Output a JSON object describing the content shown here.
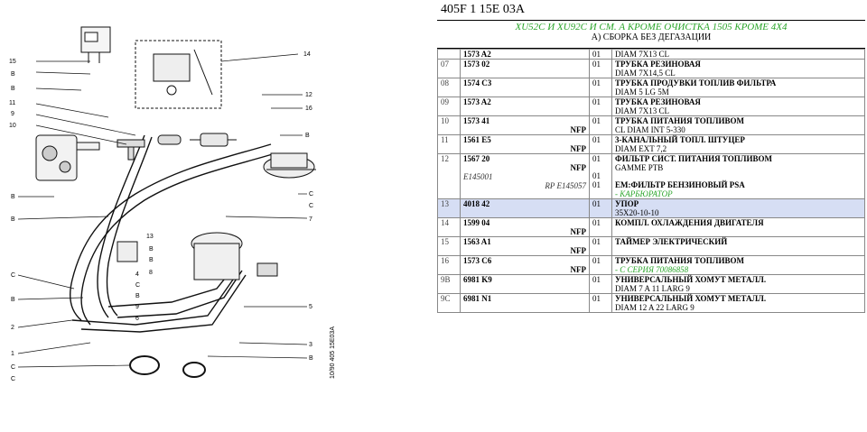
{
  "diagram": {
    "callouts_left": [
      "15",
      "B",
      "B",
      "11",
      "9",
      "10",
      "B",
      "B",
      "C",
      "B",
      "2",
      "1",
      "C",
      "C"
    ],
    "callouts_right": [
      "14",
      "12",
      "16",
      "B",
      "C",
      "C",
      "7",
      "5",
      "3",
      "B"
    ],
    "callouts_middle": [
      "13",
      "B",
      "B",
      "8",
      "4",
      "C",
      "B",
      "9",
      "6"
    ],
    "stamp": "10/90  405  15E03A"
  },
  "catalog": {
    "header_code": "405F 1 15E 03A",
    "subtitle_green": "XU52C И XU92C И СМ. А КРОМЕ ОЧИСТКА 1505 КРОМЕ 4X4",
    "subtitle_black": "А) СБОРКА БЕЗ ДЕГАЗАЦИИ",
    "rows": [
      {
        "pos": "",
        "ref": "1573 A2",
        "qty": "01",
        "title": "",
        "desc": "DIAM 7X13 CL",
        "nfp": ""
      },
      {
        "pos": "07",
        "ref": "1573 02",
        "qty": "01",
        "title": "ТРУБКА РЕЗИНОВАЯ",
        "desc": "DIAM 7X14,5 CL",
        "nfp": ""
      },
      {
        "pos": "08",
        "ref": "1574 C3",
        "qty": "01",
        "title": "ТРУБКА ПРОДУВКИ ТОПЛИВ ФИЛЬТРА",
        "desc": "DIAM 5 LG 5M",
        "nfp": ""
      },
      {
        "pos": "09",
        "ref": "1573 A2",
        "qty": "01",
        "title": "ТРУБКА РЕЗИНОВАЯ",
        "desc": "DIAM 7X13 CL",
        "nfp": ""
      },
      {
        "pos": "10",
        "ref": "1573 41",
        "qty": "01",
        "title": "ТРУБКА ПИТАНИЯ ТОПЛИВОМ",
        "desc": "CL DIAM INT 5-330",
        "nfp": "NFP"
      },
      {
        "pos": "11",
        "ref": "1561 E5",
        "qty": "01",
        "title": "3-КАНАЛЬНЫЙ ТОПЛ. ШТУЦЕР",
        "desc": "DIAM EXT 7,2",
        "nfp": "NFP"
      },
      {
        "pos": "12",
        "ref": "1567 20",
        "qty": "01",
        "title": "ФИЛЬТР СИСТ. ПИТАНИЯ ТОПЛИВОМ",
        "desc": "GAMME PTB",
        "nfp": "NFP",
        "alt_ref": "E145001",
        "alt_rp": "RP E145057",
        "alt_qty1": "01",
        "alt_qty2": "01",
        "alt_title": "EM:ФИЛЬТР БЕНЗИНОВЫЙ PSA",
        "alt_desc": "- КАРБЮРАТОР"
      },
      {
        "pos": "13",
        "ref": "4018 42",
        "qty": "01",
        "title": "УПОР",
        "desc": "35X20-10-10",
        "nfp": "",
        "highlight": true
      },
      {
        "pos": "14",
        "ref": "1599 04",
        "qty": "01",
        "title": "КОМПЛ. ОХЛАЖДЕНИЯ ДВИГАТЕЛЯ",
        "desc": "",
        "nfp": "NFP"
      },
      {
        "pos": "15",
        "ref": "1563 A1",
        "qty": "01",
        "title": "ТАЙМЕР ЭЛЕКТРИЧЕСКИЙ",
        "desc": "",
        "nfp": "NFP"
      },
      {
        "pos": "16",
        "ref": "1573 C6",
        "qty": "01",
        "title": "ТРУБКА ПИТАНИЯ ТОПЛИВОМ",
        "desc": "- С СЕРИЯ 70086858",
        "desc_green": true,
        "nfp": "NFP"
      },
      {
        "pos": "9B",
        "ref": "6981 K9",
        "qty": "01",
        "title": "УНИВЕРСАЛЬНЫЙ ХОМУТ МЕТАЛЛ.",
        "desc": "DIAM 7 A 11 LARG 9",
        "nfp": ""
      },
      {
        "pos": "9C",
        "ref": "6981 N1",
        "qty": "01",
        "title": "УНИВЕРСАЛЬНЫЙ ХОМУТ МЕТАЛЛ.",
        "desc": "DIAM 12 A 22 LARG 9",
        "nfp": ""
      }
    ]
  }
}
